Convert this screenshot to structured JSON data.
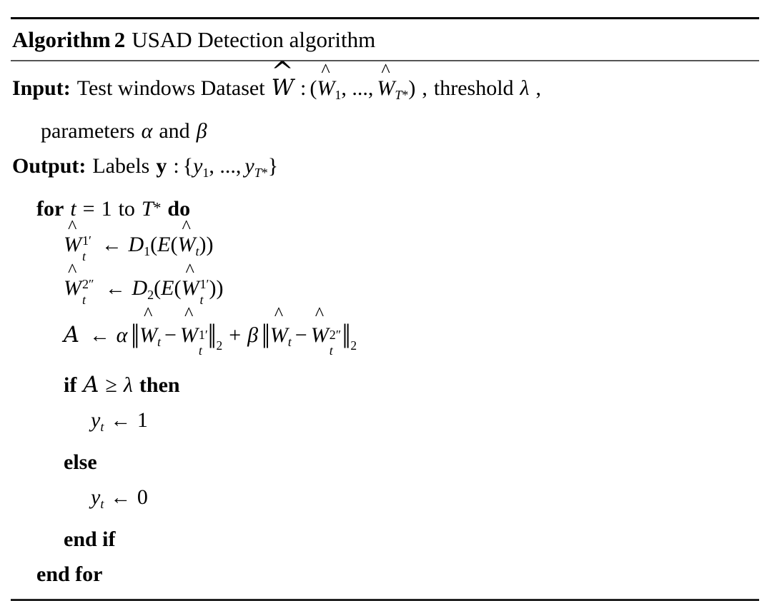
{
  "algorithm": {
    "header": {
      "keyword": "Algorithm",
      "number": "2",
      "title": "USAD Detection algorithm",
      "full_title": "Algorithm 2 USAD Detection algorithm"
    },
    "input": {
      "label": "Input:",
      "text_1": "Test windows Dataset",
      "dataset_symbol": "W",
      "colon": ":",
      "open_paren": "(",
      "elem_first": "W",
      "elem_first_sub": "1",
      "ellipsis": ", ...,",
      "elem_last": "W",
      "elem_last_sub": "T",
      "elem_last_sub_star": "*",
      "close_paren": ")",
      "comma_1": ",",
      "text_2": "threshold",
      "threshold_symbol": "λ",
      "comma_2": ",",
      "wrap_text": "parameters",
      "alpha": "α",
      "and": "and",
      "beta": "β"
    },
    "output": {
      "label": "Output:",
      "text": "Labels",
      "vector": "y",
      "colon": ":",
      "open_brace": "{",
      "elem_first": "y",
      "elem_first_sub": "1",
      "ellipsis": ", ...,",
      "elem_last": "y",
      "elem_last_sub": "T",
      "elem_last_sub_star": "*",
      "close_brace": "}"
    },
    "lines": {
      "for": {
        "kw_for": "for",
        "var": "t",
        "equals": "=",
        "start": "1",
        "to": "to",
        "end_var": "T",
        "end_star": "*",
        "kw_do": "do"
      },
      "decode1": {
        "lhs_base": "W",
        "lhs_sup": "1′",
        "lhs_sub": "t",
        "arrow": "←",
        "decoder": "D",
        "decoder_sub": "1",
        "open": "(",
        "encoder": "E",
        "open2": "(",
        "arg_base": "W",
        "arg_sub": "t",
        "close2": ")",
        "close": ")"
      },
      "decode2": {
        "lhs_base": "W",
        "lhs_sup": "2″",
        "lhs_sub": "t",
        "arrow": "←",
        "decoder": "D",
        "decoder_sub": "2",
        "open": "(",
        "encoder": "E",
        "open2": "(",
        "arg_base": "W",
        "arg_sup": "1′",
        "arg_sub": "t",
        "close2": ")",
        "close": ")"
      },
      "score": {
        "lhs": "A",
        "arrow": "←",
        "alpha": "α",
        "norm_open": "‖",
        "w_base": "W",
        "w_sub": "t",
        "minus": "−",
        "rec1_base": "W",
        "rec1_sup": "1′",
        "rec1_sub": "t",
        "norm_close": "‖",
        "norm_sub": "2",
        "plus": "+",
        "beta": "β",
        "rec2_base": "W",
        "rec2_sup": "2″",
        "rec2_sub": "t"
      },
      "if": {
        "kw_if": "if",
        "score_symbol": "A",
        "operator": "≥",
        "threshold": "λ",
        "kw_then": "then"
      },
      "assign_one": {
        "var": "y",
        "sub": "t",
        "arrow": "←",
        "value": "1"
      },
      "else": {
        "kw_else": "else"
      },
      "assign_zero": {
        "var": "y",
        "sub": "t",
        "arrow": "←",
        "value": "0"
      },
      "end_if": {
        "kw": "end if"
      },
      "end_for": {
        "kw": "end for"
      }
    }
  },
  "style": {
    "background": "#ffffff",
    "text_color": "#000000",
    "rule_color": "#000000",
    "rule_mid_color": "#555555"
  }
}
